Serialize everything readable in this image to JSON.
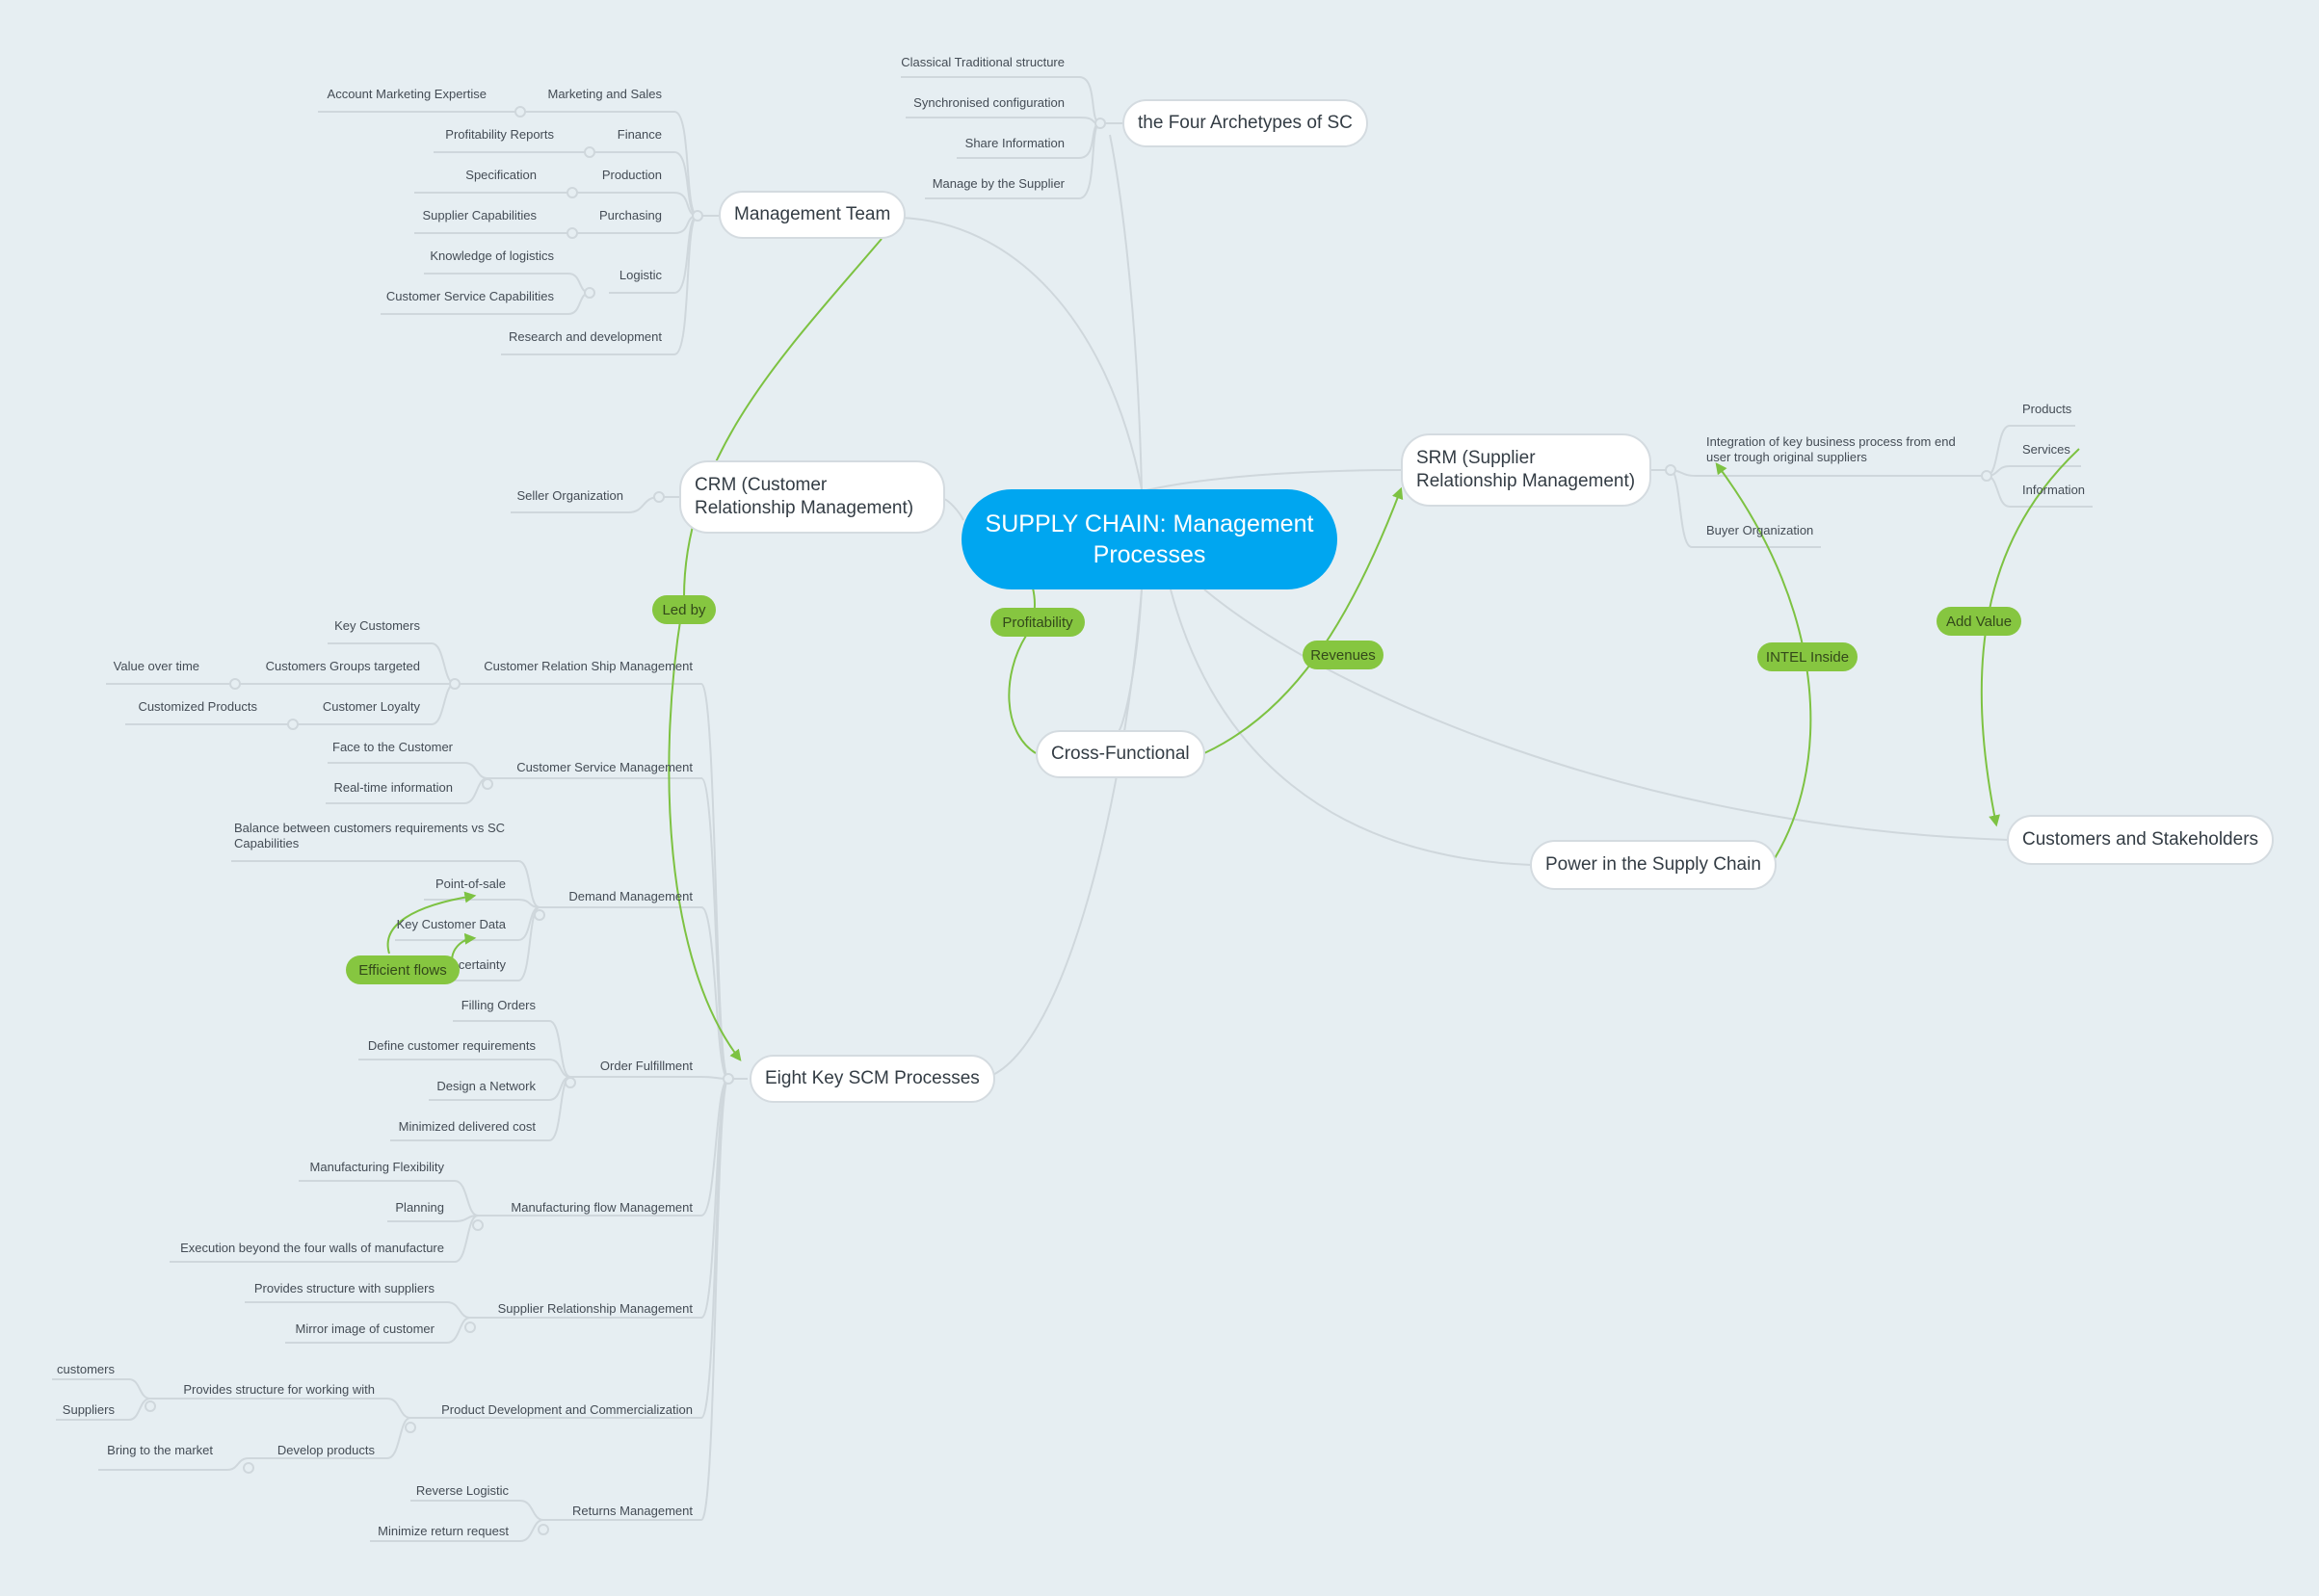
{
  "colors": {
    "background": "#e6eef2",
    "central": "#00a6f0",
    "topic_border": "#d4dbe0",
    "branch_line": "#cfd7dc",
    "relationship": "#7dc242",
    "relationship_label": "#86c640"
  },
  "central": {
    "label": "SUPPLY CHAIN: Management Processes"
  },
  "topics": {
    "management_team": "Management Team",
    "four_archetypes": "the Four Archetypes  of  SC",
    "crm": "CRM (Customer Relationship Management)",
    "srm": "SRM (Supplier Relationship Management)",
    "cross_functional": "Cross-Functional",
    "customers_stakeholders": "Customers and Stakeholders",
    "power": "Power in the Supply Chain",
    "eight_key": "Eight Key SCM Processes"
  },
  "management_team": {
    "marketing_sales": "Marketing and Sales",
    "account_marketing": "Account Marketing Expertise",
    "finance": "Finance",
    "profitability_reports": "Profitability Reports",
    "production": "Production",
    "specification": "Specification",
    "purchasing": "Purchasing",
    "supplier_capabilities": "Supplier Capabilities",
    "logistic": "Logistic",
    "knowledge_logistics": "Knowledge of logistics",
    "customer_service_capabilities": "Customer Service Capabilities",
    "rnd": "Research and development"
  },
  "archetypes": {
    "classical": "Classical Traditional structure",
    "synchronised": "Synchronised configuration",
    "share_info": "Share Information",
    "manage_supplier": "Manage by the Supplier"
  },
  "crm": {
    "seller_org": "Seller Organization"
  },
  "srm": {
    "integration": "Integration of key business process from end user trough original suppliers",
    "products": "Products",
    "services": "Services",
    "information": "Information",
    "buyer_org": "Buyer Organization"
  },
  "processes": {
    "crsm": "Customer Relation Ship Management",
    "key_customers": "Key Customers",
    "groups_targeted": "Customers Groups targeted",
    "value_over_time": "Value over time",
    "customer_loyalty": "Customer Loyalty",
    "customized_products": "Customized Products",
    "csm": "Customer Service Management",
    "face_customer": "Face to the Customer",
    "realtime_info": "Real-time information",
    "demand": "Demand Management",
    "balance": "Balance between customers requirements vs SC Capabilities",
    "pos": "Point-of-sale",
    "key_customer_data": "Key Customer Data",
    "uncertainty": "Uncertainty",
    "order": "Order Fulfillment",
    "filling_orders": "Filling Orders",
    "define_requirements": "Define customer requirements",
    "design_network": "Design a Network",
    "minimized_cost": "Minimized delivered cost",
    "manufacturing": "Manufacturing flow Management",
    "mfg_flexibility": "Manufacturing Flexibility",
    "planning": "Planning",
    "execution": "Execution beyond the four walls of manufacture",
    "srm_process": "Supplier Relationship Management",
    "provides_structure_suppliers": "Provides structure with suppliers",
    "mirror_image": "Mirror image of customer",
    "pdc": "Product Development and Commercialization",
    "provides_structure_working": "Provides structure for working with",
    "customers": "customers",
    "suppliers": "Suppliers",
    "develop_products": "Develop products",
    "bring_market": "Bring to the market",
    "returns": "Returns Management",
    "reverse_logistic": "Reverse Logistic",
    "minimize_return": "Minimize return request"
  },
  "relationships": {
    "led_by": "Led by",
    "profitability": "Profitability",
    "revenues": "Revenues",
    "intel_inside": "INTEL Inside",
    "add_value": "Add Value",
    "efficient_flows": "Efficient flows"
  }
}
